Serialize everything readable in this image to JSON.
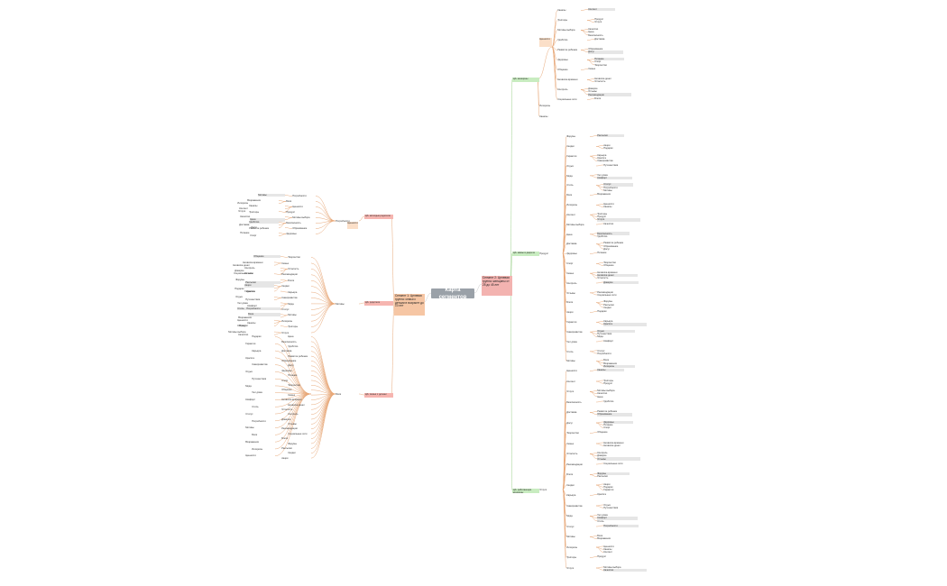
{
  "root": "Карта сегментов",
  "left_topic": "Сегмент 1: Целевая группа: семьи с детьми в возрасте до 10 лет",
  "right_topic": "Сегмент 2: Целевая группа: женщины от 25 до 45 лет",
  "branches": {
    "left_top": "ЦА: молодые родители",
    "left_mid": "ЦА: родители",
    "left_bottom": "ЦА: семьи с детьми",
    "right_top": "ЦА: женщины",
    "right_mid": "ЦА: мамы в декрете",
    "right_bottom": "ЦА: работающие женщины"
  },
  "labels": {
    "potr": "Потребности",
    "motiv": "Мотивы",
    "boli": "Боли",
    "vozrazh": "Возражения",
    "interesy": "Интересы",
    "tsennosti": "Ценности",
    "kanaly": "Каналы",
    "kontent": "Контент",
    "triggery": "Триггеры",
    "produkt": "Продукт",
    "uslugi": "Услуги",
    "motivy_vybora": "Мотивы выбора",
    "kachestvo": "Качество",
    "tsena": "Цена",
    "bezopasnost": "Безопасность",
    "udobstvo": "Удобство",
    "dostavka": "Доставка",
    "razvitie": "Развитие ребенка",
    "obrazovanie": "Образование",
    "dosug": "Досуг",
    "zdorovie": "Здоровье",
    "pitanie": "Питание",
    "sport": "Спорт",
    "kreativ": "Творчество",
    "obshchenie": "Общение",
    "semya": "Семья",
    "vremya": "Нехватка времени",
    "dengi": "Нехватка денег",
    "ustalost": "Усталость",
    "kontrol": "Контроль",
    "doverie": "Доверие",
    "otzyvy": "Отзывы",
    "rekomendatsii": "Рекомендации",
    "soc_seti": "Социальные сети",
    "blogi": "Блоги",
    "forumy": "Форумы",
    "rassylki": "Рассылки",
    "skidki": "Скидки",
    "aktsii": "Акции",
    "podarki": "Подарки",
    "garantii": "Гарантии",
    "karera": "Карьера",
    "krasota": "Красота",
    "samorazvitie": "Саморазвитие",
    "otdyh": "Отдых",
    "puteshestviya": "Путешествия",
    "moda": "Мода",
    "uyut": "Уют дома",
    "komfort": "Комфорт",
    "stil": "Стиль",
    "status": "Статус"
  },
  "icons": {
    "collapse": "minus-icon"
  }
}
